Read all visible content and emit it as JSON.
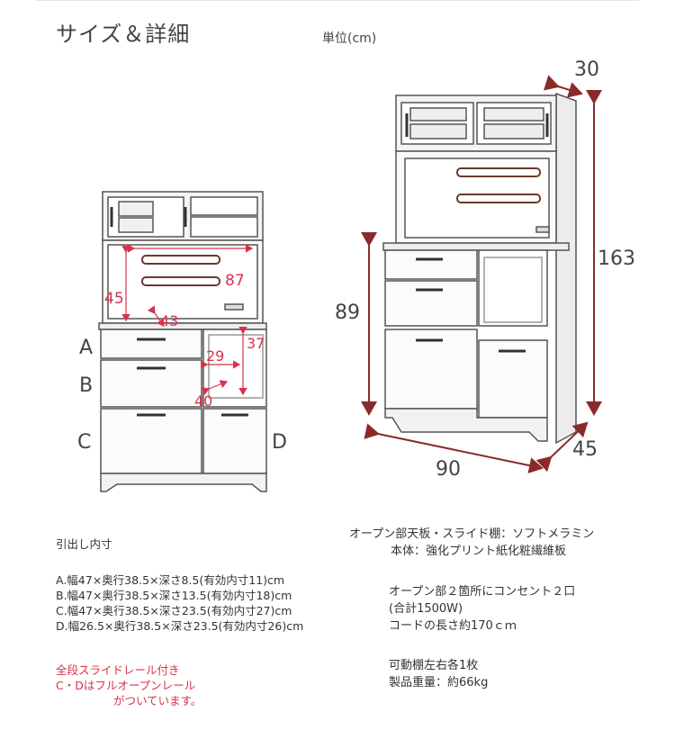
{
  "header": {
    "title": "サイズ＆詳細",
    "unit": "単位(cm)"
  },
  "small_diagram": {
    "dims": {
      "d87": "87",
      "d45": "45",
      "d43": "43",
      "d37": "37",
      "d29": "29",
      "d40": "40"
    },
    "drawer_letters": {
      "a": "A",
      "b": "B",
      "c": "C",
      "d": "D"
    }
  },
  "large_diagram": {
    "dims": {
      "depth_top": "30",
      "height": "163",
      "counter_height": "89",
      "width": "90",
      "depth": "45"
    }
  },
  "drawer_notes": {
    "heading": "引出し内寸",
    "lines": [
      "A.幅47×奥行38.5×深さ8.5(有効内寸11)cm",
      "B.幅47×奥行38.5×深さ13.5(有効内寸18)cm",
      "C.幅47×奥行38.5×深さ23.5(有効内寸27)cm",
      "D.幅26.5×奥行38.5×深さ23.5(有効内寸26)cm"
    ],
    "red_lines": [
      "全段スライドレール付き",
      "C・Dはフルオープンレール",
      "がついています。"
    ]
  },
  "spec_notes": {
    "material_1": "オープン部天板・スライド棚：ソフトメラミン",
    "material_2": "本体：強化プリント紙化粧繊維板",
    "outlet_1": "オープン部２箇所にコンセント２口",
    "outlet_2": "(合計1500W)",
    "outlet_3": "コードの長さ約170ｃｍ",
    "shelf": "可動棚左右各1枚",
    "weight": "製品重量：約66kg"
  },
  "colors": {
    "accent_red": "#d6334a",
    "arrow_dark": "#8a2a2a",
    "line": "#555555"
  }
}
